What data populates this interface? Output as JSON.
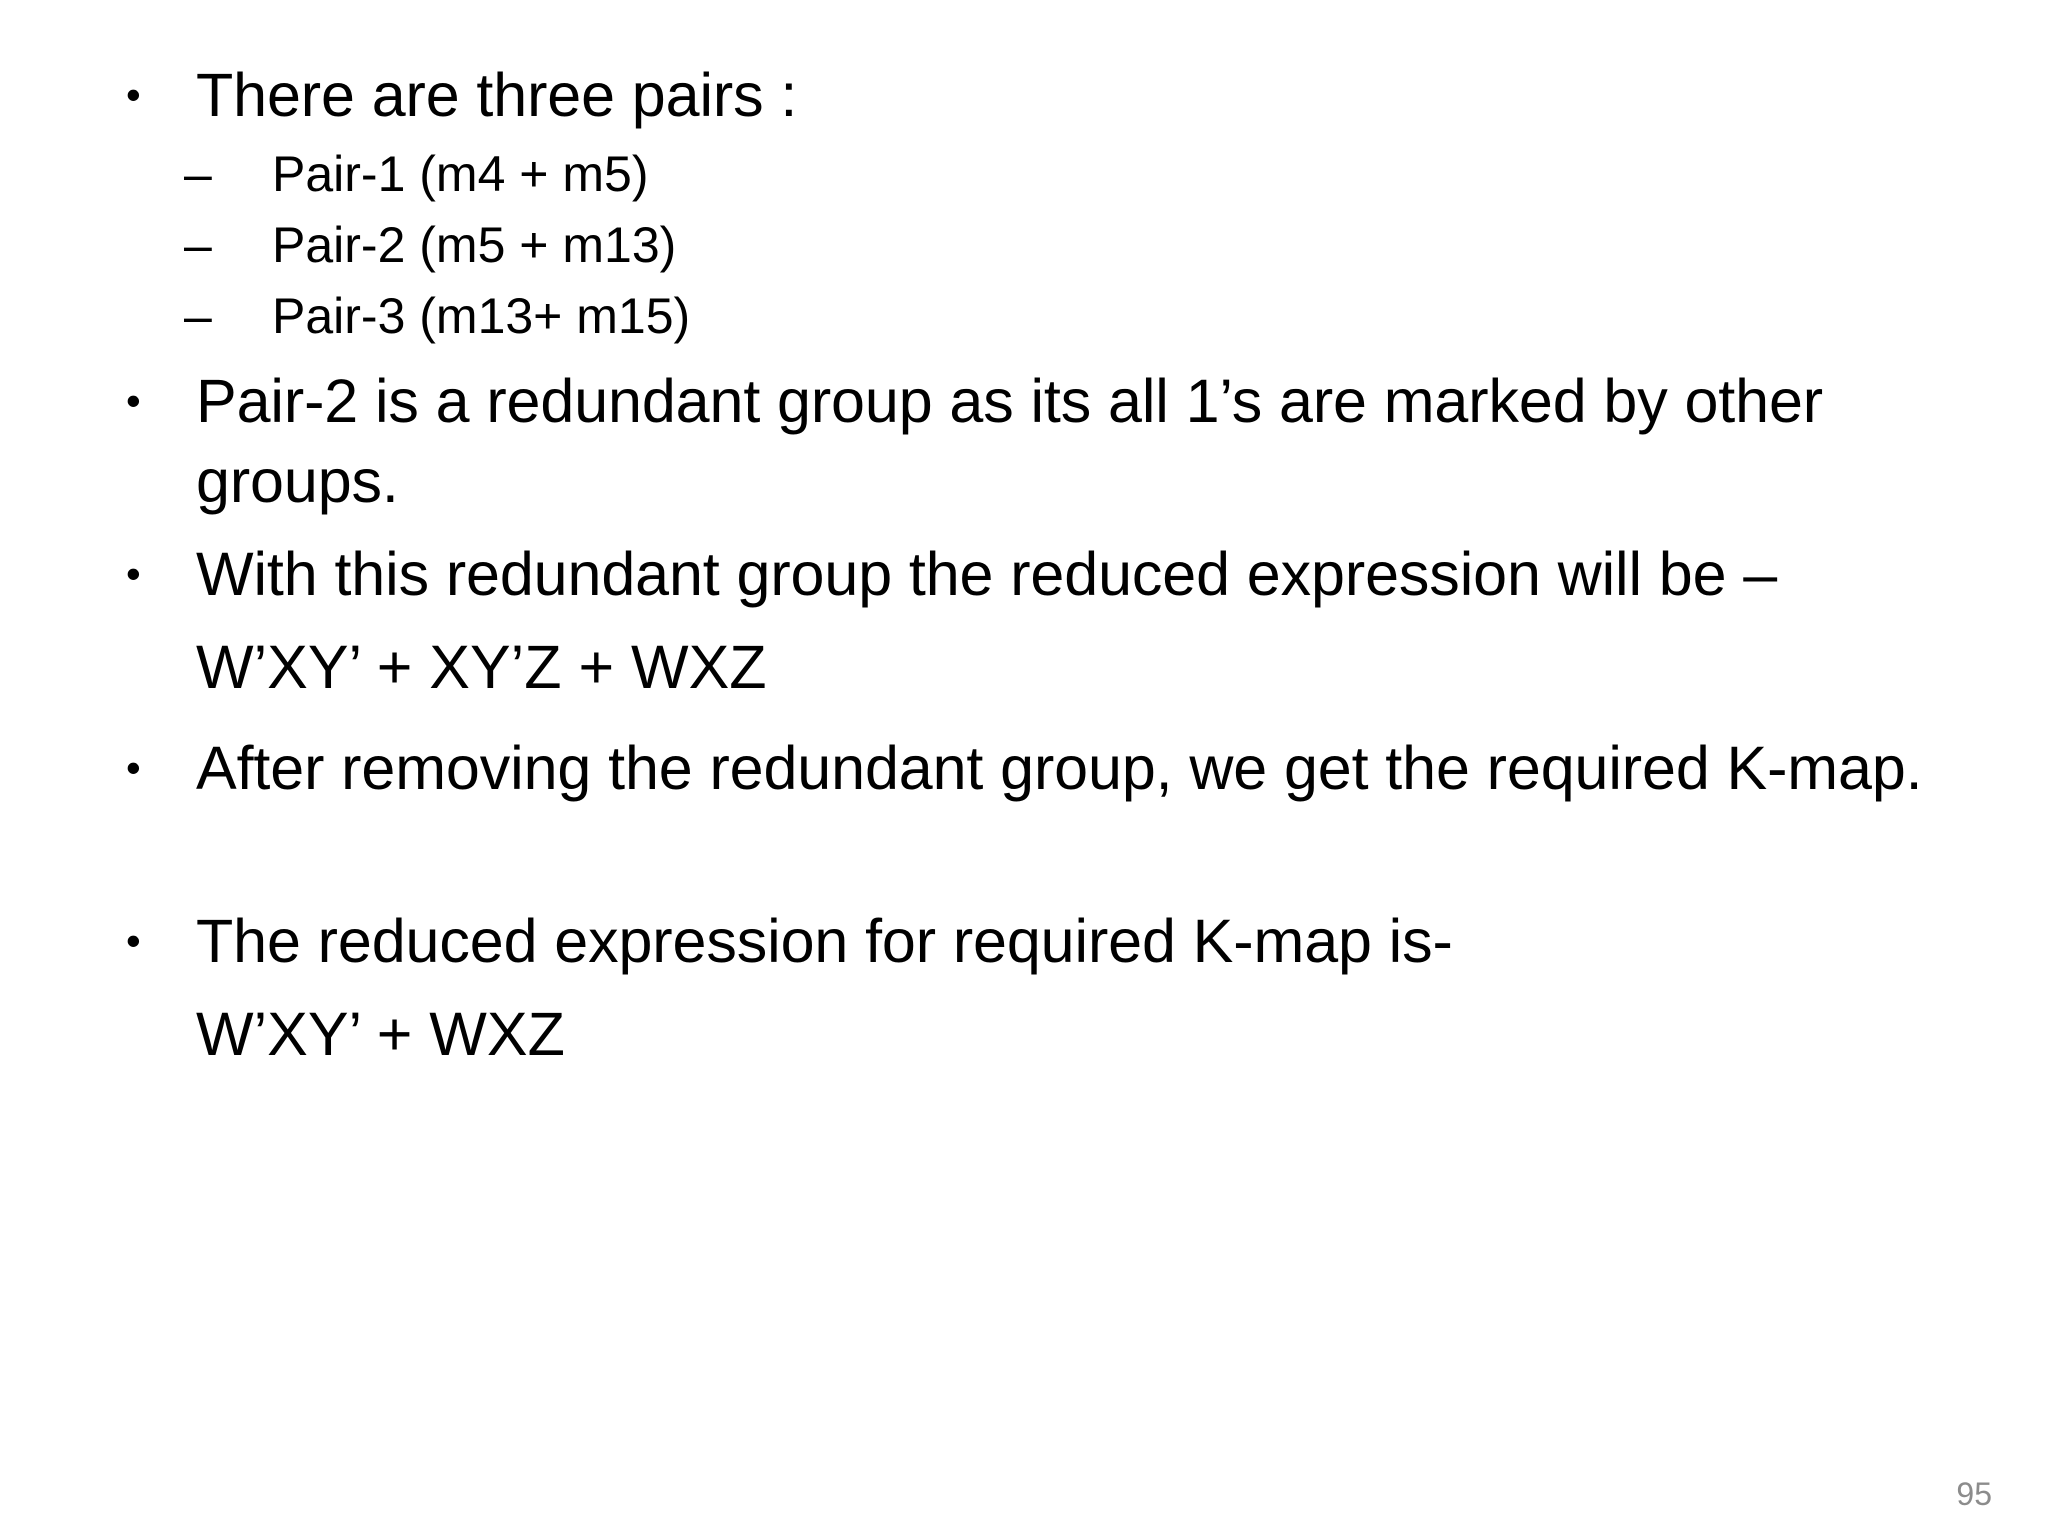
{
  "slide": {
    "page_number": "95",
    "background_color": "#ffffff",
    "text_color": "#000000",
    "page_number_color": "#8c8c8c",
    "bullet_marker_level1": "•",
    "bullet_marker_level2": "–",
    "blocks": [
      {
        "id": "b1",
        "level": 1,
        "text": "There are three pairs :"
      },
      {
        "id": "b2",
        "level": 2,
        "text": "Pair-1 (m4 + m5)"
      },
      {
        "id": "b3",
        "level": 2,
        "text": "Pair-2 (m5 + m13)"
      },
      {
        "id": "b4",
        "level": 2,
        "text": "Pair-3 (m13+ m15)"
      },
      {
        "id": "b5",
        "level": 1,
        "text": "Pair-2 is a redundant group as its all 1’s are marked by other groups."
      },
      {
        "id": "b6",
        "level": 1,
        "text": "With this redundant group the reduced expression will be –"
      },
      {
        "id": "b7",
        "level": 1,
        "bulleted": false,
        "text": "W’XY’ + XY’Z + WXZ"
      },
      {
        "id": "b8",
        "level": 1,
        "justified": true,
        "text": "After removing the redundant group, we get the required K-map."
      },
      {
        "id": "b9",
        "level": 1,
        "text": "The reduced expression for required K-map is-"
      },
      {
        "id": "b10",
        "level": 1,
        "bulleted": false,
        "text": "W’XY’ + WXZ"
      }
    ]
  }
}
